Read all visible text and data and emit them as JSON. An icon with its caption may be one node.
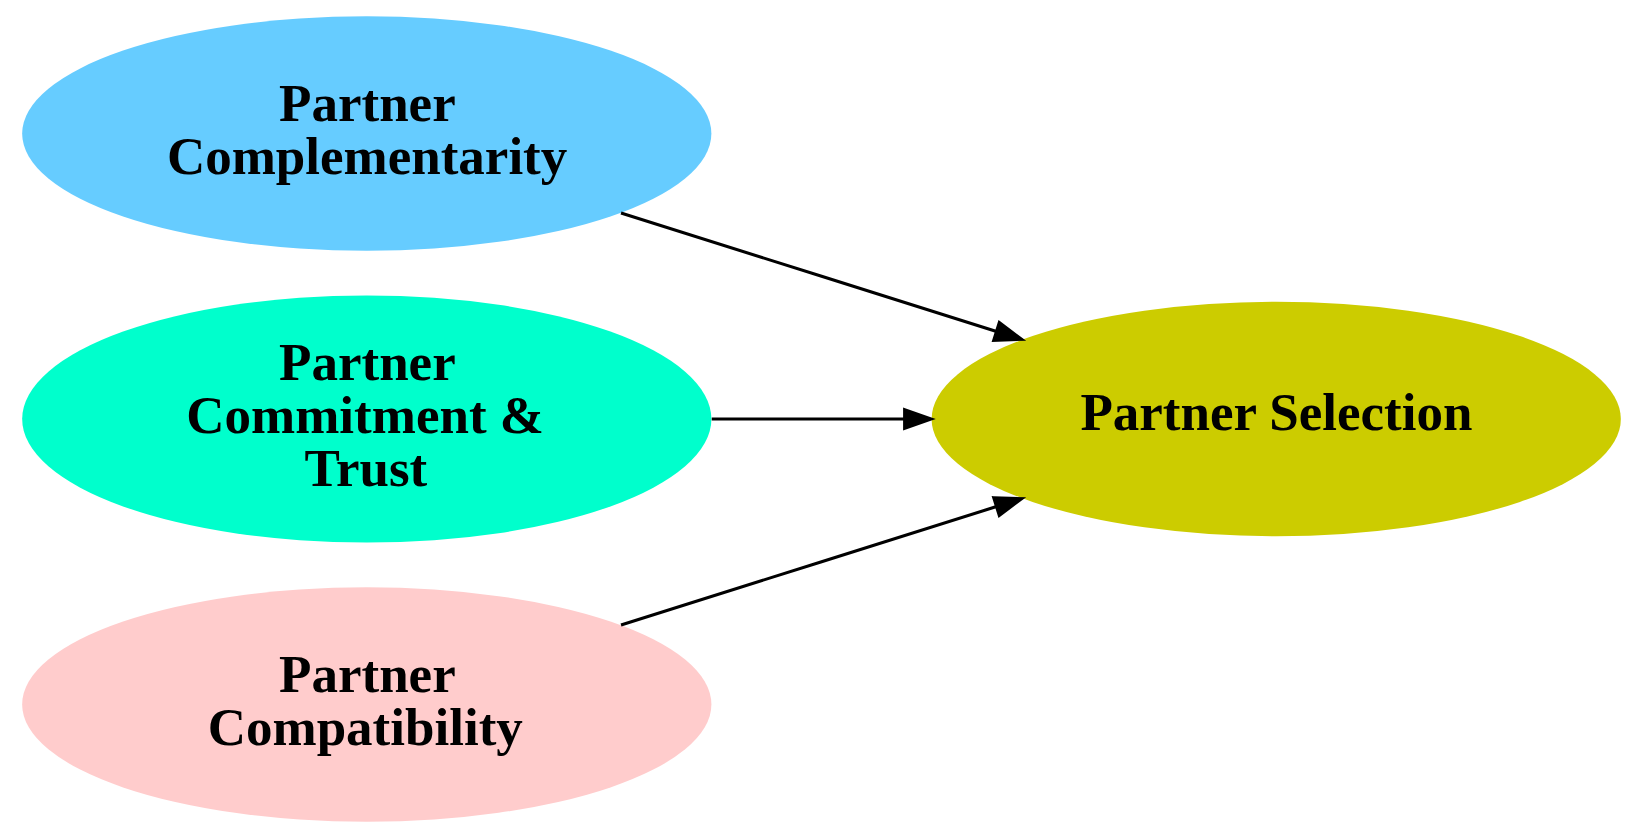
{
  "diagram": {
    "nodes": [
      {
        "text": [
          "Partner Complementarity"
        ]
      },
      {
        "text": [
          "Partner Commitment & Trust"
        ]
      },
      {
        "text": [
          "Partner Compatibility"
        ]
      },
      {
        "text": [
          "Partner Selection"
        ]
      }
    ],
    "edges": [
      {
        "from": 0,
        "to": 3,
        "arrow": "to"
      },
      {
        "from": 1,
        "to": 3,
        "arrow": "to"
      },
      {
        "from": 2,
        "to": 3,
        "arrow": "to"
      }
    ]
  }
}
